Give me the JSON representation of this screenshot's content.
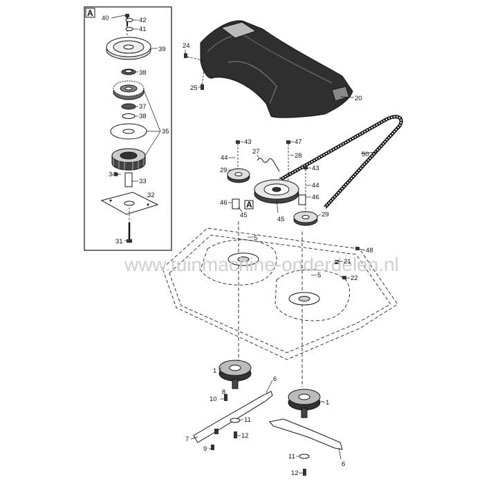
{
  "watermark": "www.tuinmachine-onderdelen.nl",
  "detail_label": "A",
  "callout_label": "A",
  "detail_numbers": [
    "40",
    "42",
    "41",
    "39",
    "38",
    "37",
    "38",
    "35",
    "34",
    "33",
    "32",
    "31"
  ],
  "main_numbers": [
    "24",
    "25",
    "20",
    "43",
    "47",
    "27",
    "28",
    "44",
    "29",
    "43",
    "44",
    "46",
    "46",
    "45",
    "45",
    "29",
    "50",
    "5",
    "5",
    "48",
    "21",
    "22",
    "1",
    "6",
    "8",
    "10",
    "11",
    "12",
    "7",
    "9",
    "1",
    "11",
    "12",
    "6"
  ],
  "colors": {
    "line": "#111111",
    "part_dark": "#2b2b2b",
    "part_mid": "#8a8a8a",
    "watermark": "#cfcfcf"
  }
}
